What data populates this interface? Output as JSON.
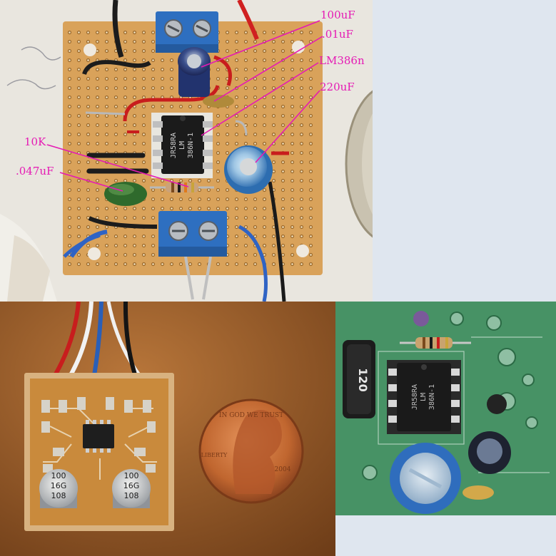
{
  "labels": {
    "cap_100uf": "100uF",
    "cap_01uf": ".01uF",
    "chip": "LM386n",
    "cap_220uf": "220uF",
    "resistor_10k": "10K",
    "cap_047uf": ".047uF"
  },
  "chip_markings": {
    "dip_line1": "JR58RA",
    "dip_line2": "LM",
    "dip_line3": "386N-1"
  },
  "smd_caps": {
    "left": [
      "100",
      "16G",
      "108"
    ],
    "right": [
      "100",
      "16G",
      "108"
    ]
  },
  "coin": {
    "top_text": "IN GOD WE TRUST",
    "liberty": "LIBERTY",
    "year": "2004"
  },
  "module": {
    "inductor_marking": "120"
  },
  "colors": {
    "label_magenta": "#e51ab4",
    "perfboard": "#d9a25a",
    "terminal_blue": "#2e6fc0",
    "copper_board": "#c98a3c",
    "module_pcb": "#3f8a5f"
  }
}
